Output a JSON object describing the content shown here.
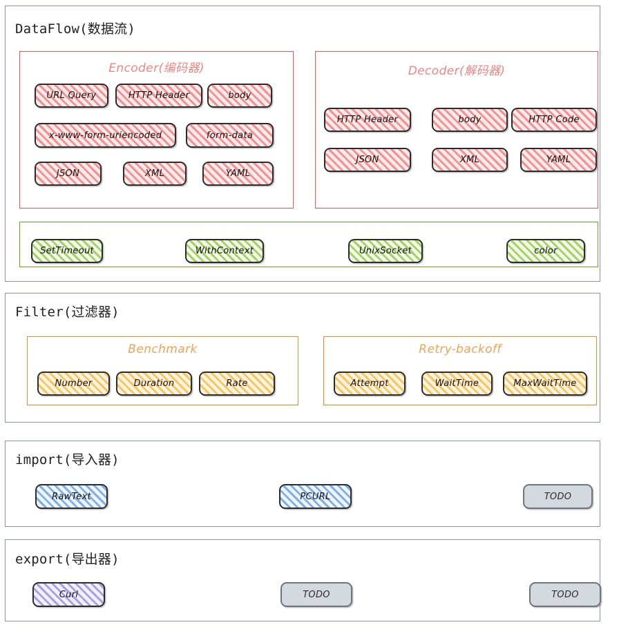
{
  "diagram": {
    "type": "block-diagram",
    "title_font_note": "handwritten-style architecture diagram",
    "sections": [
      {
        "id": "dataflow",
        "title": "DataFlow(数据流)",
        "accent": "#8c93a8",
        "groups": [
          {
            "id": "encoder",
            "title": "Encoder(编码器)",
            "accent": "#e05c5c",
            "chip_style": "red",
            "rows": [
              [
                "URL Query",
                "HTTP Header",
                "body"
              ],
              [
                "x-www-form-uriencoded",
                "form-data"
              ],
              [
                "JSON",
                "XML",
                "YAML"
              ]
            ]
          },
          {
            "id": "decoder",
            "title": "Decoder(解码器)",
            "accent": "#e05c5c",
            "chip_style": "red",
            "rows": [
              [
                "HTTP Header",
                "body",
                "HTTP Code"
              ],
              [
                "JSON",
                "XML",
                "YAML"
              ]
            ]
          },
          {
            "id": "options",
            "title": "",
            "accent": "#67a52a",
            "chip_style": "green",
            "rows": [
              [
                "SetTimeout",
                "WithContext",
                "UnixSocket",
                "color"
              ]
            ]
          }
        ]
      },
      {
        "id": "filter",
        "title": "Filter(过滤器)",
        "accent": "#8c93a8",
        "groups": [
          {
            "id": "benchmark",
            "title": "Benchmark",
            "accent": "#f08a24",
            "chip_style": "yellow",
            "rows": [
              [
                "Number",
                "Duration",
                "Rate"
              ]
            ]
          },
          {
            "id": "retry-backoff",
            "title": "Retry-backoff",
            "accent": "#f08a24",
            "chip_style": "yellow",
            "rows": [
              [
                "Attempt",
                "WaitTime",
                "MaxWaitTime"
              ]
            ]
          }
        ]
      },
      {
        "id": "import",
        "title": "import(导入器)",
        "accent": "#8c93a8",
        "chips": [
          {
            "label": "RawText",
            "style": "blue"
          },
          {
            "label": "PCURL",
            "style": "blue"
          },
          {
            "label": "TODO",
            "style": "todo"
          }
        ]
      },
      {
        "id": "export",
        "title": "export(导出器)",
        "accent": "#8c93a8",
        "chips": [
          {
            "label": "Curl",
            "style": "purple"
          },
          {
            "label": "TODO",
            "style": "todo"
          },
          {
            "label": "TODO",
            "style": "todo"
          }
        ]
      }
    ]
  },
  "colors": {
    "panel_border": "#8c93a8",
    "red_group": "#e05c5c",
    "red_title": "#ef8585",
    "green_group": "#67a52a",
    "orange_group": "#f08a24",
    "orange_title": "#f4a254",
    "todo_fill": "#d4d9e0",
    "chip_border": "#2b2b2b"
  },
  "labels": {
    "encoder": {
      "url_query": "URL Query",
      "http_header": "HTTP Header",
      "body": "body",
      "urlencoded": "x-www-form-uriencoded",
      "form_data": "form-data",
      "json": "JSON",
      "xml": "XML",
      "yaml": "YAML"
    },
    "decoder": {
      "http_header": "HTTP Header",
      "body": "body",
      "http_code": "HTTP Code",
      "json": "JSON",
      "xml": "XML",
      "yaml": "YAML"
    },
    "options": {
      "set_timeout": "SetTimeout",
      "with_context": "WithContext",
      "unix_socket": "UnixSocket",
      "color": "color"
    },
    "benchmark": {
      "number": "Number",
      "duration": "Duration",
      "rate": "Rate"
    },
    "retry": {
      "attempt": "Attempt",
      "wait_time": "WaitTime",
      "max_wait_time": "MaxWaitTime"
    },
    "import": {
      "raw_text": "RawText",
      "pcurl": "PCURL",
      "todo": "TODO"
    },
    "export": {
      "curl": "Curl",
      "todo1": "TODO",
      "todo2": "TODO"
    },
    "titles": {
      "dataflow": "DataFlow(数据流)",
      "encoder": "Encoder(编码器)",
      "decoder": "Decoder(解码器)",
      "filter": "Filter(过滤器)",
      "benchmark": "Benchmark",
      "retry_backoff": "Retry-backoff",
      "import": "import(导入器)",
      "export": "export(导出器)"
    }
  }
}
